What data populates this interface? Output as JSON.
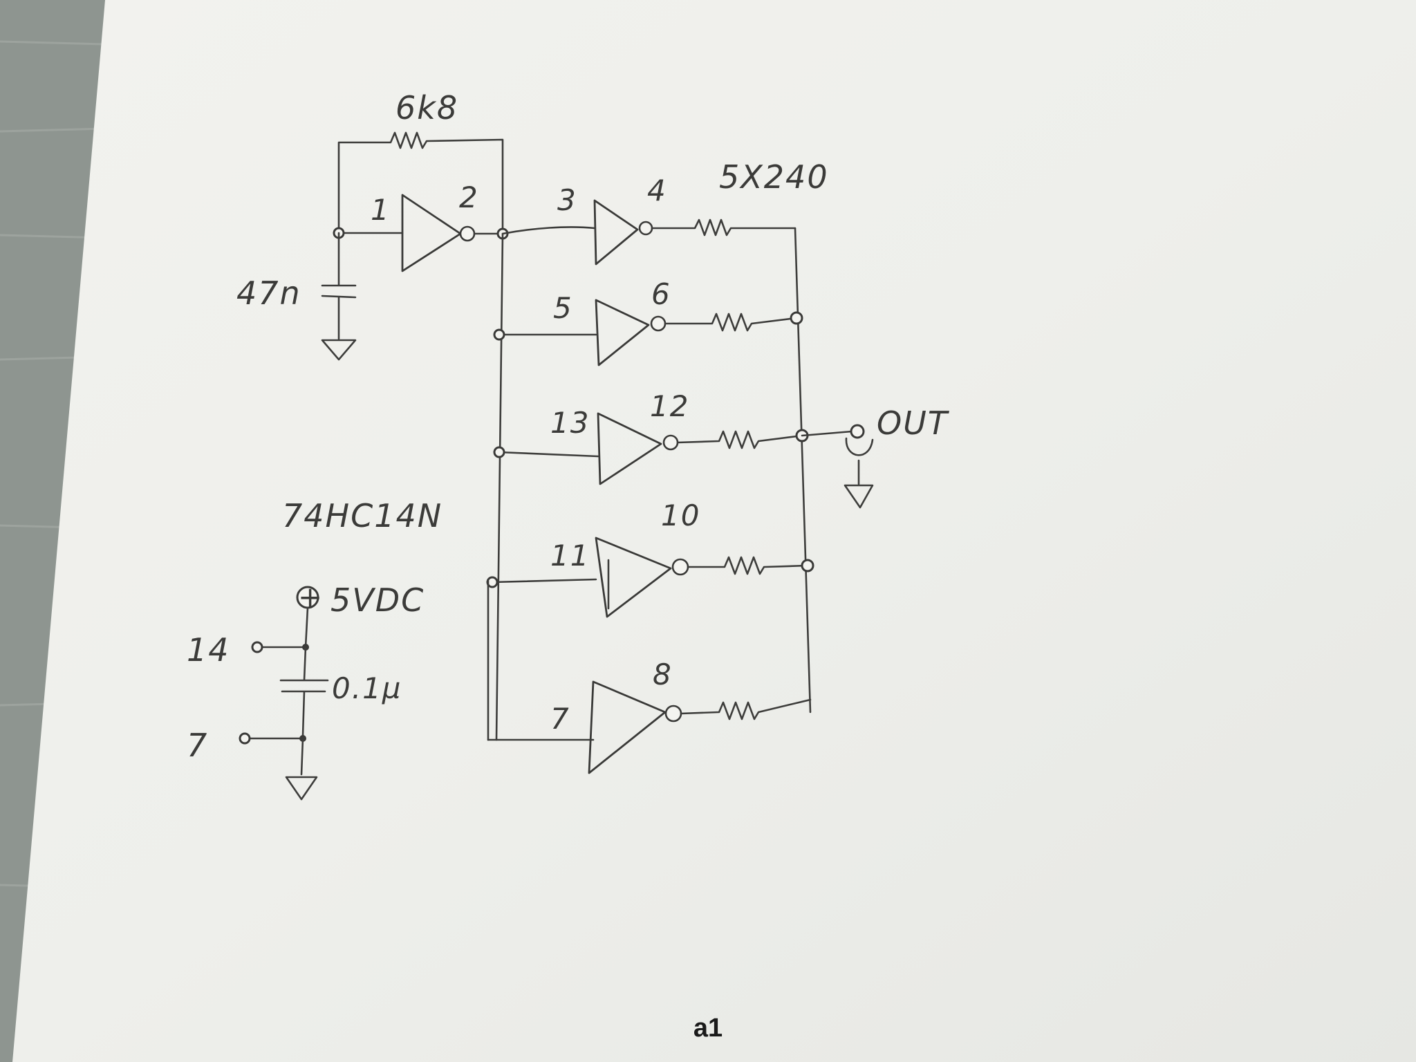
{
  "caption": "a1",
  "chip": "74HC14N",
  "feedback_resistor": "6k8",
  "timing_cap": "47n",
  "output_resistors": "5X240",
  "output_label": "OUT",
  "supply": {
    "voltage": "5VDC",
    "plus_symbol": "+",
    "vcc_pin": "14",
    "gnd_pin": "7",
    "decoupling_cap": "0.1µ"
  },
  "gates": [
    {
      "in": "1",
      "out": "2"
    },
    {
      "in": "3",
      "out": "4"
    },
    {
      "in": "5",
      "out": "6"
    },
    {
      "in": "13",
      "out": "12"
    },
    {
      "in": "11",
      "out": "10"
    },
    {
      "in": "7",
      "out": "8"
    }
  ]
}
